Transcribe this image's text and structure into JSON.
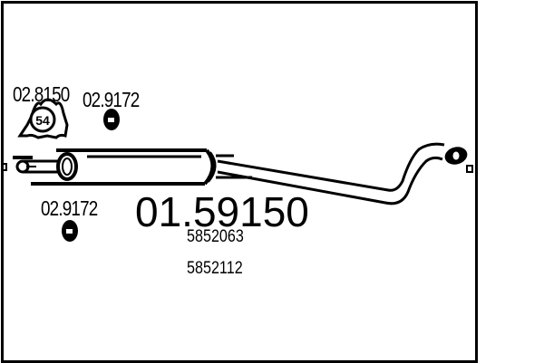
{
  "diagram": {
    "part_number": "01.59150",
    "oem_numbers": [
      "5852063",
      "5852112"
    ],
    "accessories": [
      {
        "code": "02.8150",
        "type": "clamp",
        "badge": "54"
      },
      {
        "code": "02.9172",
        "type": "rubber-mount-top"
      },
      {
        "code": "02.9172",
        "type": "rubber-mount-bottom"
      }
    ],
    "colors": {
      "line": "#000000",
      "background": "#ffffff"
    }
  }
}
